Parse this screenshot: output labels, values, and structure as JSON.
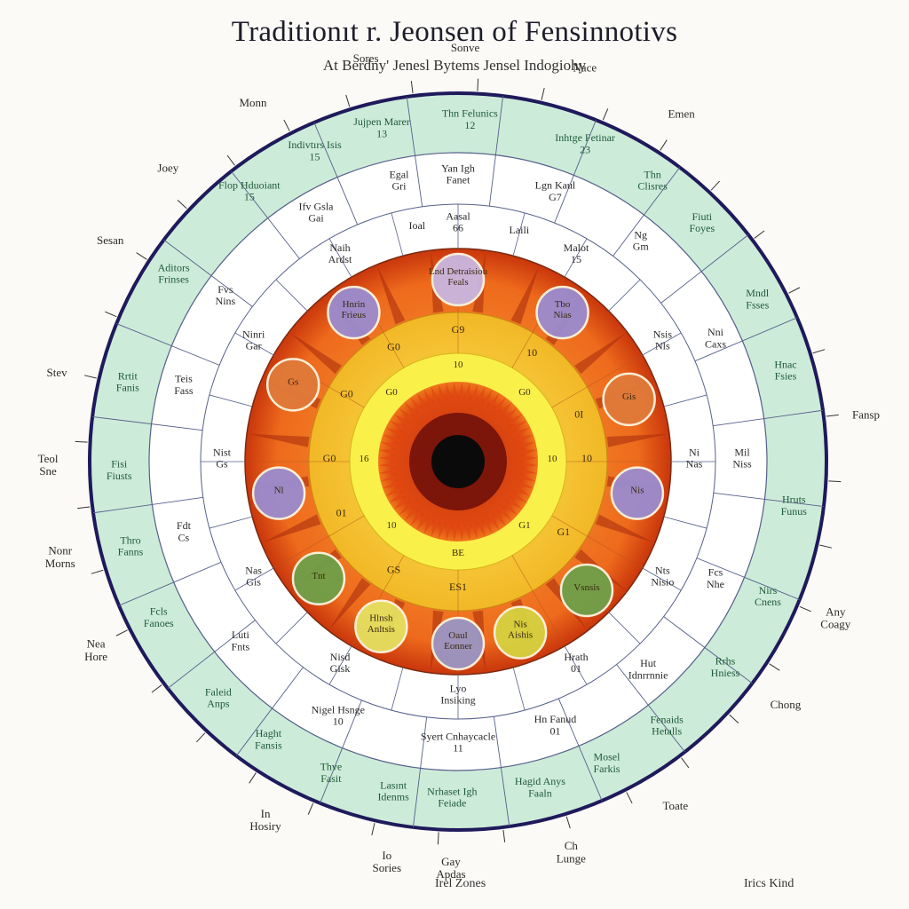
{
  "title": "Traditionıt r. Jeonsen of Fensinnotivs",
  "subtitle": "At Berdny' Jenesl Bytems Jensel Indogiohy",
  "captions": {
    "left": "Irel Zones",
    "right": "Irics Kind"
  },
  "colors": {
    "outer_ring": "#cdebd9",
    "outer_border": "#1e1a5c",
    "white_rings": "#ffffff",
    "line": "#55608a",
    "orange_ring": "#ee6a1c",
    "yellow_ring": "#f6c826",
    "light_yellow_ring": "#faf04a",
    "center_red": "#b8210c",
    "center_core": "#0a0a0a"
  },
  "outer_labels": [
    {
      "text": "Sonve",
      "angle": -89
    },
    {
      "text": "Nace",
      "angle": -72
    },
    {
      "text": "Emen",
      "angle": -57
    },
    {
      "text": "Fansp",
      "angle": -6
    },
    {
      "text": "Any Coagy",
      "angle": 23
    },
    {
      "text": "Chong",
      "angle": 37
    },
    {
      "text": "Toate",
      "angle": 58
    },
    {
      "text": "Ch Lunge",
      "angle": 74
    },
    {
      "text": "Gay Apdas",
      "angle": 91
    },
    {
      "text": "Io Sories",
      "angle": 100
    },
    {
      "text": "In Hosiry",
      "angle": 118
    },
    {
      "text": "Nea Hore",
      "angle": 152
    },
    {
      "text": "Nonr Morns",
      "angle": 166
    },
    {
      "text": "Teol Sne",
      "angle": 179
    },
    {
      "text": "Stev",
      "angle": 192
    },
    {
      "text": "Sesan",
      "angle": 212
    },
    {
      "text": "Joey",
      "angle": 225
    },
    {
      "text": "Monn",
      "angle": 240
    },
    {
      "text": "Sores",
      "angle": 257
    }
  ],
  "green_ring_labels": [
    {
      "text": "Jujpen Marer 13",
      "angle": -103
    },
    {
      "text": "Thn Felunics 12",
      "angle": -88
    },
    {
      "text": "Inhtge Fetinar 23",
      "angle": -68
    },
    {
      "text": "Thn Clisres",
      "angle": -55
    },
    {
      "text": "Fiuti Foyes",
      "angle": -44
    },
    {
      "text": "Mndl Fsses",
      "angle": -28
    },
    {
      "text": "Hnac Fsies",
      "angle": -15
    },
    {
      "text": "Hruts Funus",
      "angle": 8
    },
    {
      "text": "Nirs Cnens",
      "angle": 24
    },
    {
      "text": "Rrhs Hniess",
      "angle": 38
    },
    {
      "text": "Fenaids Hetalls",
      "angle": 52
    },
    {
      "text": "Mosel Farkis",
      "angle": 64
    },
    {
      "text": "Hagid Anys Faaln",
      "angle": 76
    },
    {
      "text": "Nrhaset Igh Feiade",
      "angle": 91
    },
    {
      "text": "Lasınt Idenms",
      "angle": 101
    },
    {
      "text": "Thve Fasit",
      "angle": 112
    },
    {
      "text": "Haght Fansis",
      "angle": 124
    },
    {
      "text": "Faleid Anps",
      "angle": 135
    },
    {
      "text": "Fcls Fanoes",
      "angle": 152
    },
    {
      "text": "Thro Fanns",
      "angle": 165
    },
    {
      "text": "Fisi Fiusts",
      "angle": 178
    },
    {
      "text": "Rrtit Fanis",
      "angle": 193
    },
    {
      "text": "Aditors Frinses",
      "angle": 213
    },
    {
      "text": "Flop Hduoiant 15",
      "angle": 232
    },
    {
      "text": "Indivtırs Isis 15",
      "angle": 245
    }
  ],
  "middle_ring_labels": [
    {
      "text": "Yan Igh Fanet",
      "angle": -90
    },
    {
      "text": "Lgn Kaul G7",
      "angle": -70
    },
    {
      "text": "Ng Gm",
      "angle": -50
    },
    {
      "text": "Nni Caxs",
      "angle": -25
    },
    {
      "text": "Mil Niss",
      "angle": 0
    },
    {
      "text": "Fcs Nhe",
      "angle": 25
    },
    {
      "text": "Hut Idnrrnnie",
      "angle": 48
    },
    {
      "text": "Hn Fanud 01",
      "angle": 70
    },
    {
      "text": "Syert Cnhaycacle 11",
      "angle": 90
    },
    {
      "text": "Nigel Hsnge 10",
      "angle": 115
    },
    {
      "text": "Luti Fnts",
      "angle": 140
    },
    {
      "text": "Fdt Cs",
      "angle": 165
    },
    {
      "text": "Teis Fass",
      "angle": 195
    },
    {
      "text": "Fvs Nins",
      "angle": 215
    },
    {
      "text": "Ifv Gsla Gai",
      "angle": 240
    },
    {
      "text": "Egal Gri",
      "angle": 258
    }
  ],
  "inner_ring_labels": [
    {
      "text": "Aasal 66",
      "angle": -90
    },
    {
      "text": "Laili",
      "angle": -75
    },
    {
      "text": "Malot 15",
      "angle": -60
    },
    {
      "text": "Nsis Nls",
      "angle": -30
    },
    {
      "text": "Ni Nas",
      "angle": 0
    },
    {
      "text": "Nts Nisio",
      "angle": 30
    },
    {
      "text": "Hrath 01",
      "angle": 60
    },
    {
      "text": "Lyo Insiking",
      "angle": 90
    },
    {
      "text": "Nisd Gisk",
      "angle": 120
    },
    {
      "text": "Nas Gis",
      "angle": 150
    },
    {
      "text": "Nist Gs",
      "angle": 180
    },
    {
      "text": "Ninri Gar",
      "angle": 210
    },
    {
      "text": "Naih Ardst",
      "angle": 240
    },
    {
      "text": "Ioal",
      "angle": 260
    }
  ],
  "orange_ring_circles": [
    {
      "text": "Lnd Detraisiou Feals",
      "angle": -90,
      "color": "#c9b6e0"
    },
    {
      "text": "Tbo Nias",
      "angle": -55,
      "color": "#9b8cd0"
    },
    {
      "text": "Gis",
      "angle": -20,
      "color": "#e07a3a"
    },
    {
      "text": "Nis",
      "angle": 10,
      "color": "#9b8cd0"
    },
    {
      "text": "Vsnsis",
      "angle": 45,
      "color": "#6fa04a"
    },
    {
      "text": "Nis Aishis",
      "angle": 70,
      "color": "#d6d240"
    },
    {
      "text": "Oaul Eonner",
      "angle": 90,
      "color": "#9a96c4"
    },
    {
      "text": "Hlnsh Anltsis",
      "angle": 115,
      "color": "#e5e060"
    },
    {
      "text": "Tnt",
      "angle": 140,
      "color": "#6fa04a"
    },
    {
      "text": "Nl",
      "angle": 170,
      "color": "#9b8cd0"
    },
    {
      "text": "Gs",
      "angle": 205,
      "color": "#e07a3a"
    },
    {
      "text": "Hnrin Frieus",
      "angle": 235,
      "color": "#9b8cd0"
    }
  ],
  "yellow_ring_labels": [
    {
      "text": "G9",
      "angle": -90
    },
    {
      "text": "10",
      "angle": -55
    },
    {
      "text": "0I",
      "angle": -20
    },
    {
      "text": "10",
      "angle": 0
    },
    {
      "text": "G1",
      "angle": 35
    },
    {
      "text": "ES1",
      "angle": 90
    },
    {
      "text": "GS",
      "angle": 120
    },
    {
      "text": "01",
      "angle": 155
    },
    {
      "text": "G0",
      "angle": 180
    },
    {
      "text": "G0",
      "angle": 210
    },
    {
      "text": "G0",
      "angle": 240
    }
  ],
  "light_yellow_labels": [
    {
      "text": "10",
      "angle": -90
    },
    {
      "text": "G0",
      "angle": -45
    },
    {
      "text": "10",
      "angle": 0
    },
    {
      "text": "G1",
      "angle": 45
    },
    {
      "text": "BE",
      "angle": 90
    },
    {
      "text": "10",
      "angle": 135
    },
    {
      "text": "16",
      "angle": 180
    },
    {
      "text": "G0",
      "angle": 225
    }
  ]
}
